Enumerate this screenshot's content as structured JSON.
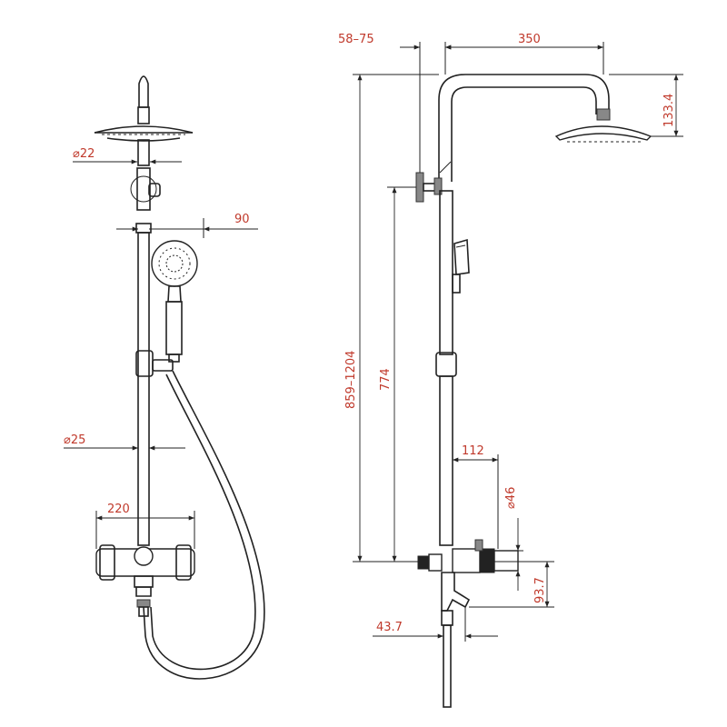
{
  "front_view": {
    "labels": {
      "arm_diameter": "⌀22",
      "handshower_offset": "90",
      "rail_diameter": "⌀25",
      "mixer_width": "220"
    }
  },
  "side_view": {
    "labels": {
      "wall_offset": "58–75",
      "arm_reach": "350",
      "head_drop": "133.4",
      "height_range": "859–1204",
      "riser_height": "774",
      "mixer_depth": "112",
      "knob_diameter": "⌀46",
      "spout_drop": "93.7",
      "spout_offset": "43.7"
    }
  }
}
